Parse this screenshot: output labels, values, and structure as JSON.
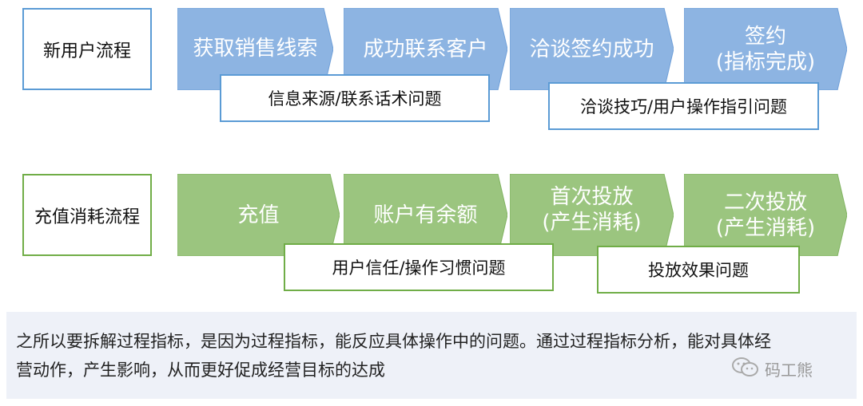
{
  "flow1": {
    "label": "新用户流程",
    "steps": [
      {
        "lines": [
          "获取销售线索"
        ]
      },
      {
        "lines": [
          "成功联系客户"
        ]
      },
      {
        "lines": [
          "洽谈签约成功"
        ]
      },
      {
        "lines": [
          "签约",
          "(指标完成)"
        ]
      }
    ],
    "issues": [
      "信息来源/联系话术问题",
      "洽谈技巧/用户操作指引问题"
    ]
  },
  "flow2": {
    "label": "充值消耗流程",
    "steps": [
      {
        "lines": [
          "充值"
        ]
      },
      {
        "lines": [
          "账户有余额"
        ]
      },
      {
        "lines": [
          "首次投放",
          "(产生消耗)"
        ]
      },
      {
        "lines": [
          "二次投放",
          "(产生消耗)"
        ]
      }
    ],
    "issues": [
      "用户信任/操作习惯问题",
      "投放效果问题"
    ]
  },
  "note": {
    "line1": "之所以要拆解过程指标，是因为过程指标，能反应具体操作中的问题。通过过程指标分析，能对具体经",
    "line2": "营动作，产生影响，从而更好促成经营目标的达成"
  },
  "watermark": {
    "text": "码工熊",
    "icon": "wechat-icon"
  },
  "colors": {
    "blue_fill": "#8db4e2",
    "blue_border": "#5b9bd5",
    "green_fill": "#9bc57f",
    "green_border": "#70ad47",
    "note_bg": "#eef1f8"
  }
}
